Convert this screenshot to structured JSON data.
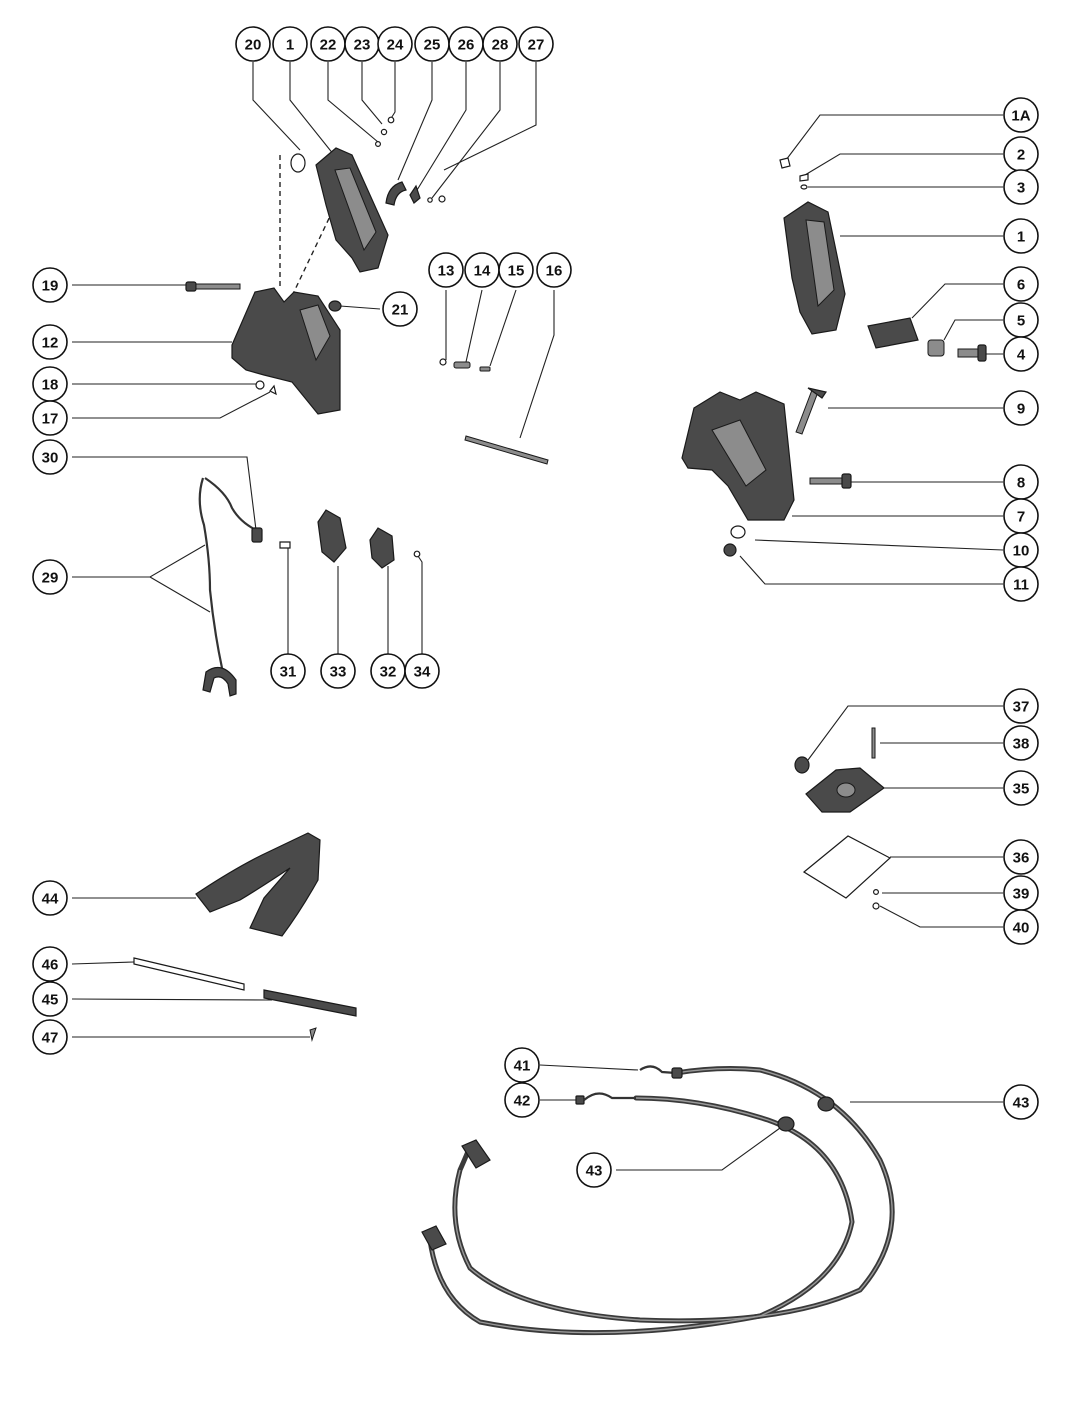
{
  "callouts": [
    {
      "id": "c20",
      "label": "20"
    },
    {
      "id": "c1-top",
      "label": "1"
    },
    {
      "id": "c22",
      "label": "22"
    },
    {
      "id": "c23",
      "label": "23"
    },
    {
      "id": "c24",
      "label": "24"
    },
    {
      "id": "c25",
      "label": "25"
    },
    {
      "id": "c26",
      "label": "26"
    },
    {
      "id": "c28",
      "label": "28"
    },
    {
      "id": "c27",
      "label": "27"
    },
    {
      "id": "c1A",
      "label": "1A"
    },
    {
      "id": "c2",
      "label": "2"
    },
    {
      "id": "c3",
      "label": "3"
    },
    {
      "id": "c1-right",
      "label": "1"
    },
    {
      "id": "c6",
      "label": "6"
    },
    {
      "id": "c5",
      "label": "5"
    },
    {
      "id": "c4",
      "label": "4"
    },
    {
      "id": "c9",
      "label": "9"
    },
    {
      "id": "c8",
      "label": "8"
    },
    {
      "id": "c7",
      "label": "7"
    },
    {
      "id": "c10",
      "label": "10"
    },
    {
      "id": "c11",
      "label": "11"
    },
    {
      "id": "c19",
      "label": "19"
    },
    {
      "id": "c21",
      "label": "21"
    },
    {
      "id": "c12",
      "label": "12"
    },
    {
      "id": "c18",
      "label": "18"
    },
    {
      "id": "c17",
      "label": "17"
    },
    {
      "id": "c13",
      "label": "13"
    },
    {
      "id": "c14",
      "label": "14"
    },
    {
      "id": "c15",
      "label": "15"
    },
    {
      "id": "c16",
      "label": "16"
    },
    {
      "id": "c30",
      "label": "30"
    },
    {
      "id": "c29",
      "label": "29"
    },
    {
      "id": "c31",
      "label": "31"
    },
    {
      "id": "c33",
      "label": "33"
    },
    {
      "id": "c32",
      "label": "32"
    },
    {
      "id": "c34",
      "label": "34"
    },
    {
      "id": "c37",
      "label": "37"
    },
    {
      "id": "c38",
      "label": "38"
    },
    {
      "id": "c35",
      "label": "35"
    },
    {
      "id": "c36",
      "label": "36"
    },
    {
      "id": "c39",
      "label": "39"
    },
    {
      "id": "c40",
      "label": "40"
    },
    {
      "id": "c44",
      "label": "44"
    },
    {
      "id": "c46",
      "label": "46"
    },
    {
      "id": "c45",
      "label": "45"
    },
    {
      "id": "c47",
      "label": "47"
    },
    {
      "id": "c41",
      "label": "41"
    },
    {
      "id": "c42",
      "label": "42"
    },
    {
      "id": "c43-right",
      "label": "43"
    },
    {
      "id": "c43-mid",
      "label": "43"
    }
  ]
}
